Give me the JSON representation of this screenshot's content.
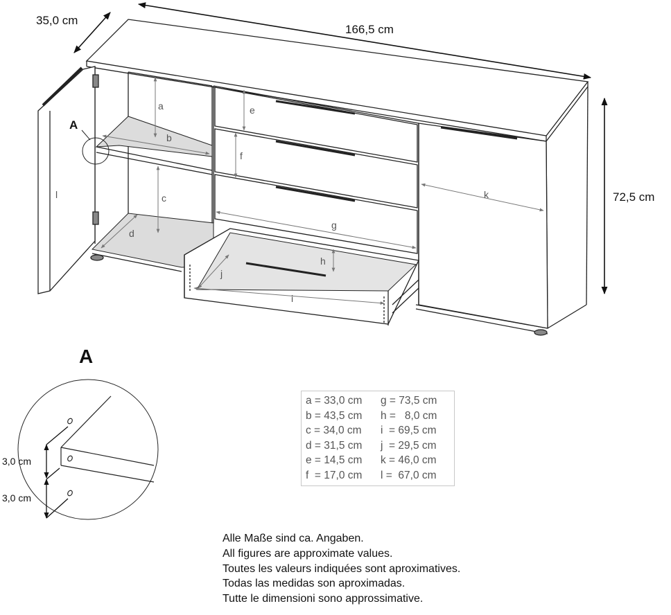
{
  "overall": {
    "depth": "35,0 cm",
    "width": "166,5 cm",
    "height": "72,5 cm"
  },
  "part_letters": [
    "a",
    "b",
    "c",
    "d",
    "e",
    "f",
    "g",
    "h",
    "i",
    "j",
    "k",
    "l"
  ],
  "detail": {
    "marker": "A",
    "heading": "A",
    "dim_top": "3,0 cm",
    "dim_bottom": "3,0 cm"
  },
  "legend": [
    [
      "a = 33,0 cm",
      "g = 73,5 cm"
    ],
    [
      "b = 43,5 cm",
      "h =   8,0 cm"
    ],
    [
      "c = 34,0 cm",
      "i  = 69,5 cm"
    ],
    [
      "d = 31,5 cm",
      "j  = 29,5 cm"
    ],
    [
      "e = 14,5 cm",
      "k = 46,0 cm"
    ],
    [
      "f  = 17,0 cm",
      "l =  67,0 cm"
    ]
  ],
  "notes": [
    "Alle Maße sind ca. Angaben.",
    "All figures are approximate values.",
    "Toutes les valeurs indiquées sont aproximatives.",
    "Todas las medidas son aproximadas.",
    "Tutte le dimensioni sono approssimative."
  ]
}
